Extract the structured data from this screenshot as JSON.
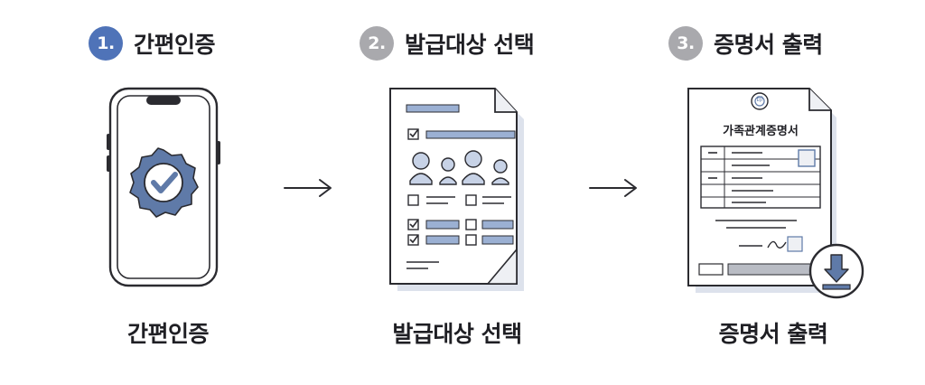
{
  "steps": [
    {
      "number": "1.",
      "title": "간편인증",
      "caption": "간편인증"
    },
    {
      "number": "2.",
      "title": "발급대상 선택",
      "caption": "발급대상 선택"
    },
    {
      "number": "3.",
      "title": "증명서 출력",
      "caption": "증명서 출력"
    }
  ],
  "certificate": {
    "doc_title": "가족관계증명서",
    "seal_text": "印"
  },
  "colors": {
    "active_badge": "#4f73b8",
    "inactive_badge": "#a9a9ad",
    "accent": "#5f7aa8",
    "accent_fill": "#9bb0d3",
    "line": "#2b2b30"
  },
  "icons": [
    "smartphone-icon",
    "verified-badge-icon",
    "document-form-icon",
    "family-icon",
    "certificate-icon",
    "download-icon",
    "arrow-right-icon"
  ]
}
